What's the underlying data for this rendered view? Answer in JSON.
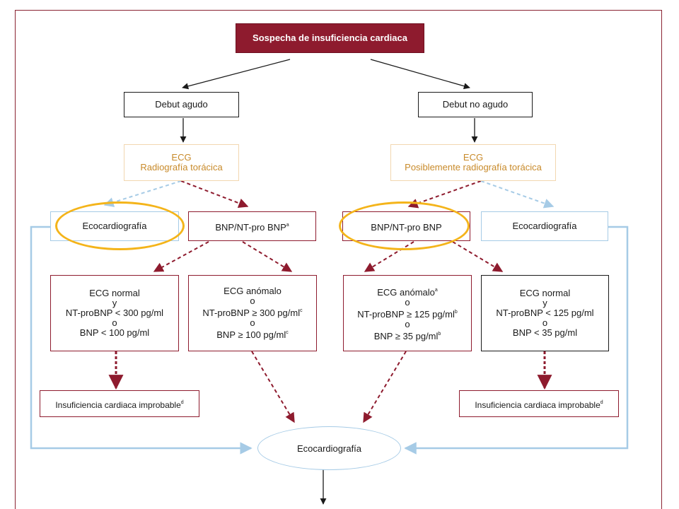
{
  "title": "Sospecha de insuficiencia cardiaca",
  "left": {
    "onset": "Debut agudo",
    "tests": [
      "ECG",
      "Radiografía torácica"
    ],
    "echo": "Ecocardiografía",
    "bnp": {
      "text": "BNP/NT-pro BNP",
      "sup": "a"
    },
    "normal": [
      {
        "text": "ECG normal"
      },
      {
        "text": "y"
      },
      {
        "text": "NT-proBNP < 300 pg/ml"
      },
      {
        "text": "o"
      },
      {
        "text": "BNP < 100 pg/ml"
      }
    ],
    "abnormal": [
      {
        "text": "ECG anómalo"
      },
      {
        "text": "o"
      },
      {
        "text": "NT-proBNP ≥ 300 pg/ml",
        "sup": "c"
      },
      {
        "text": "o"
      },
      {
        "text": "BNP ≥ 100 pg/ml",
        "sup": "c"
      }
    ],
    "improbable": {
      "text": "Insuficiencia cardiaca improbable",
      "sup": "d"
    }
  },
  "right": {
    "onset": "Debut no agudo",
    "tests": [
      "ECG",
      "Posiblemente radiografía torácica"
    ],
    "echo": "Ecocardiografía",
    "bnp": {
      "text": "BNP/NT-pro BNP"
    },
    "abnormal": [
      {
        "text": "ECG anómalo",
        "sup": "a"
      },
      {
        "text": "o"
      },
      {
        "text": "NT-proBNP ≥ 125 pg/ml",
        "sup": "b"
      },
      {
        "text": "o"
      },
      {
        "text": "BNP ≥ 35 pg/ml",
        "sup": "b"
      }
    ],
    "normal": [
      {
        "text": "ECG normal"
      },
      {
        "text": "y"
      },
      {
        "text": "NT-proBNP < 125 pg/ml"
      },
      {
        "text": "o"
      },
      {
        "text": "BNP < 35 pg/ml"
      }
    ],
    "improbable": {
      "text": "Insuficiencia cardiaca improbable",
      "sup": "d"
    }
  },
  "final_echo": "Ecocardiografía",
  "colors": {
    "dark_red": "#8e1b2e",
    "light_blue": "#a6cbe6",
    "highlight": "#f4b41a",
    "beige_text": "#c88a2a"
  }
}
